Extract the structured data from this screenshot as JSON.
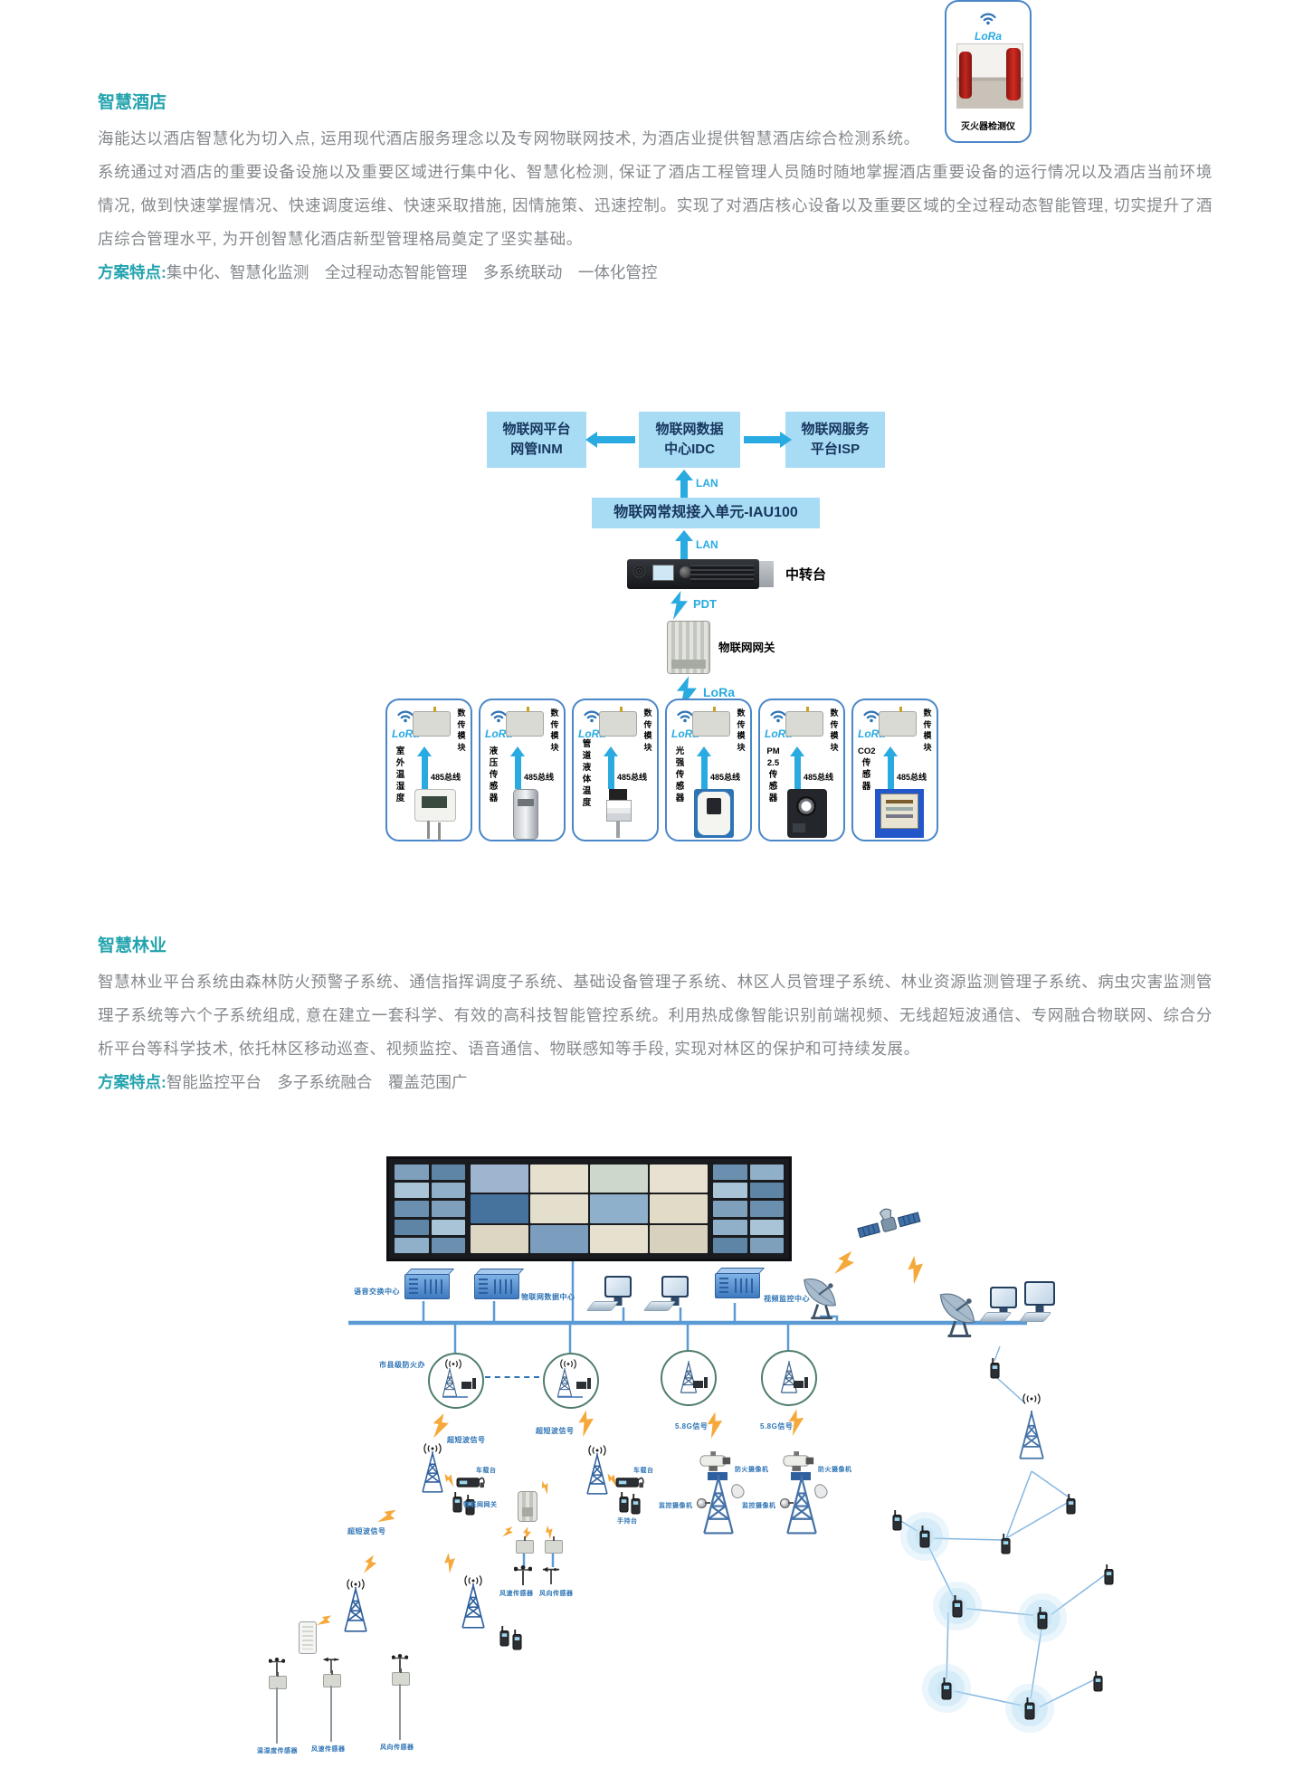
{
  "hotel": {
    "title": "智慧酒店",
    "p1": "海能达以酒店智慧化为切入点, 运用现代酒店服务理念以及专网物联网技术, 为酒店业提供智慧酒店综合检测系统。",
    "p2": "系统通过对酒店的重要设备设施以及重要区域进行集中化、智慧化检测, 保证了酒店工程管理人员随时随地掌握酒店重要设备的运行情况以及酒店当前环境情况, 做到快速掌握情况、快速调度运维、快速采取措施, 因情施策、迅速控制。实现了对酒店核心设备以及重要区域的全过程动态智能管理, 切实提升了酒店综合管理水平, 为开创智慧化酒店新型管理格局奠定了坚实基础。",
    "features_label": "方案特点:",
    "features": "集中化、智慧化监测　全过程动态智能管理　多系统联动　一体化管控",
    "diagram": {
      "platform_box_line1": "物联网平台",
      "platform_box_line2": "网管INM",
      "data_box_line1": "物联网数据",
      "data_box_line2": "中心IDC",
      "service_box_line1": "物联网服务",
      "service_box_line2": "平台ISP",
      "lan_label": "LAN",
      "access_unit": "物联网常规接入单元-IAU100",
      "repeater": "中转台",
      "pdt": "PDT",
      "gateway": "物联网网关",
      "lora": "LoRa",
      "module": "数传模块",
      "bus": "485总线",
      "sensors": [
        {
          "name": "室外温湿度",
          "lines": [
            "室",
            "外",
            "温",
            "湿",
            "度"
          ],
          "icon": "ic-temp"
        },
        {
          "name": "液压传感器",
          "lines": [
            "液",
            "压",
            "传",
            "感",
            "器"
          ],
          "icon": "ic-press"
        },
        {
          "name": "管道液体温度",
          "lines": [
            "管",
            "道",
            "液",
            "体",
            "温",
            "度"
          ],
          "icon": "ic-pipe"
        },
        {
          "name": "光强传感器",
          "lines": [
            "光",
            "强",
            "传",
            "感",
            "器"
          ],
          "icon": "ic-light"
        },
        {
          "name": "PM2.5传感器",
          "lines": [
            "PM",
            "2.5",
            "传",
            "感",
            "器"
          ],
          "icon": "ic-pm"
        },
        {
          "name": "CO2传感器",
          "lines": [
            "CO2",
            "传",
            "感",
            "器"
          ],
          "icon": "ic-co2"
        }
      ],
      "extinguisher": {
        "lora": "LoRa",
        "name": "灭火器检测仪"
      }
    }
  },
  "forestry": {
    "title": "智慧林业",
    "p1": "智慧林业平台系统由森林防火预警子系统、通信指挥调度子系统、基础设备管理子系统、林区人员管理子系统、林业资源监测管理子系统、病虫灾害监测管理子系统等六个子系统组成, 意在建立一套科学、有效的高科技智能管控系统。利用热成像智能识别前端视频、无线超短波通信、专网融合物联网、综合分析平台等科学技术, 依托林区移动巡查、视频监控、语音通信、物联感知等手段, 实现对林区的保护和可持续发展。",
    "features_label": "方案特点:",
    "features": "智能监控平台　多子系统融合　覆盖范围广",
    "diagram": {
      "voice_center": "语音交换中心",
      "iot_center": "物联网数据中心",
      "video_center": "视频监控中心",
      "fire_office": "市县级防火办",
      "usw_signal": "超短波信号",
      "g58_signal": "5.8G信号",
      "vehicle_station": "车载台",
      "handheld_station": "手持台",
      "fire_camera": "防火摄像机",
      "surveillance_camera": "监控摄像机",
      "gateway": "物联网网关",
      "wind_speed": "风速传感器",
      "wind_direction": "风向传感器",
      "temp_humidity": "温湿度传感器"
    }
  }
}
